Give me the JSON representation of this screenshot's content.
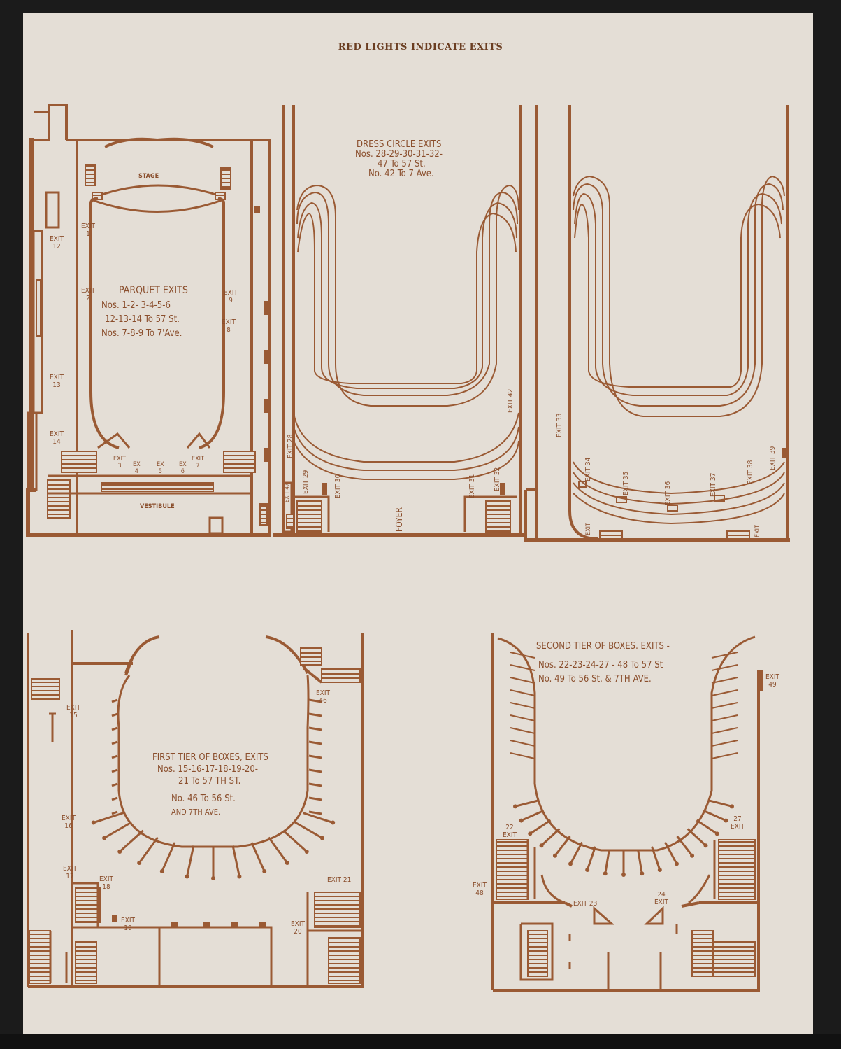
{
  "header": "RED LIGHTS INDICATE EXITS",
  "parquet": {
    "stage": "STAGE",
    "vestibule": "VESTIBULE",
    "title": "PARQUET EXITS",
    "line1": "Nos. 1-2- 3-4-5-6",
    "line2": "12-13-14 To 57 St.",
    "line3": "Nos. 7-8-9 To 7'Ave.",
    "exits": {
      "e1": "EXIT\n1",
      "e2": "EXIT\n2",
      "e9": "EXIT\n9",
      "e8": "EXIT\n8",
      "e12": "EXIT\n12",
      "e13": "EXIT\n13",
      "e14": "EXIT\n14",
      "e3": "EXIT\n3",
      "e4": "EX\n4",
      "e5": "EX\n5",
      "e6": "EX\n6",
      "e7": "EXIT\n7"
    }
  },
  "dress_circle": {
    "line1": "DRESS CIRCLE EXITS",
    "line2": "Nos. 28-29-30-31-32-",
    "line3": "47 To 57 St.",
    "line4": "No. 42 To 7 Ave.",
    "foyer": "FOYER",
    "exits": {
      "e28": "EXIT 28",
      "e47": "EXIT 47",
      "e29": "EXIT 29",
      "e30": "EXIT 30",
      "e31": "EXIT 31",
      "e32": "EXIT 32",
      "e42": "EXIT 42"
    }
  },
  "balcony": {
    "exits": {
      "e33": "EXIT 33",
      "e34": "EXIT 34",
      "e35": "EXIT 35",
      "e36": "EXIT 36",
      "e37": "EXIT 37",
      "e38": "EXIT 38",
      "e39": "EXIT 39",
      "ea": "EXIT",
      "eb": "EXIT"
    }
  },
  "first_tier": {
    "line1": "FIRST TIER OF BOXES, EXITS",
    "line2": "Nos. 15-16-17-18-19-20-",
    "line3": "21 To 57 TH ST.",
    "line4": "No. 46 To 56 St.",
    "line5": "AND 7TH AVE.",
    "exits": {
      "e15": "EXIT\n15",
      "e16": "EXIT\n16",
      "e17": "EXIT\n17",
      "e18": "EXIT\n18",
      "e19": "EXIT\n19",
      "e20": "EXIT\n20",
      "e21": "EXIT 21",
      "e46": "EXIT\n46"
    }
  },
  "second_tier": {
    "line1": "SECOND TIER OF BOXES. EXITS -",
    "line2": "Nos. 22-23-24-27 - 48 To 57 St",
    "line3": "No. 49 To 56 St. & 7TH AVE.",
    "exits": {
      "e22": "22\nEXIT",
      "e27": "27\nEXIT",
      "e23": "EXIT 23",
      "e24": "24\nEXIT",
      "e48": "EXIT\n48",
      "e49": "EXIT\n49"
    }
  },
  "colors": {
    "ink": "#9a5a34",
    "paper": "#e4ded6",
    "header_ink": "#6b3e22"
  }
}
